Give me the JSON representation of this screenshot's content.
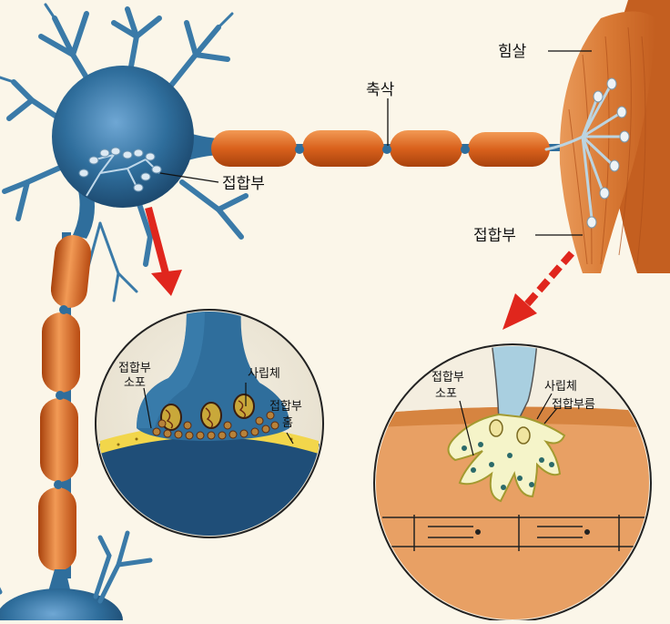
{
  "labels": {
    "muscle": "힘살",
    "axon": "축삭",
    "junction_left": "접합부",
    "junction_right": "접합부",
    "inset_left": {
      "vesicle_line1": "접합부",
      "vesicle_line2": "소포",
      "mitochondria": "사립체",
      "cleft_line1": "접합부",
      "cleft_line2": "홈"
    },
    "inset_right": {
      "vesicle_line1": "접합부",
      "vesicle_line2": "소포",
      "mitochondria": "사립체",
      "gap": "접합부름"
    }
  },
  "colors": {
    "background": "#fbf6e9",
    "neuron_blue": "#2f6e9c",
    "myelin_orange": "#d9611c",
    "muscle_orange": "#d97a35",
    "arrow_red": "#e0261d",
    "cleft_yellow": "#f2d64b"
  }
}
